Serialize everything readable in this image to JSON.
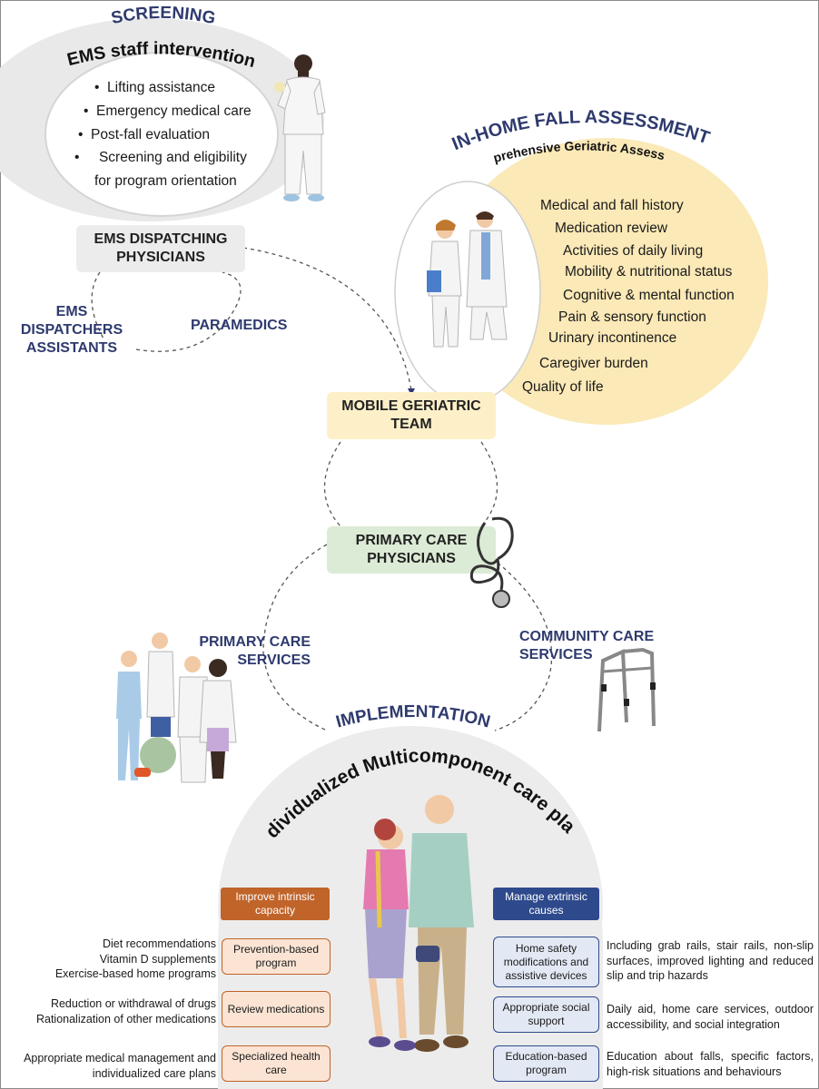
{
  "screening": {
    "title": "SCREENING",
    "heading": "EMS staff intervention",
    "bullets": [
      "Lifting assistance",
      "Emergency medical care",
      "Post-fall evaluation",
      "Screening and eligibility",
      "for program orientation"
    ],
    "dispatching": "EMS DISPATCHING PHYSICIANS",
    "assistants": "EMS DISPATCHERS ASSISTANTS",
    "paramedics": "PARAMEDICS"
  },
  "assessment": {
    "title": "IN-HOME FALL ASSESSMENT",
    "subtitle": "Comprehensive Geriatric Assessment",
    "items": [
      "Medical and fall history",
      "Medication review",
      "Activities of daily living",
      "Mobility & nutritional status",
      "Cognitive & mental function",
      "Pain & sensory function",
      "Urinary incontinence",
      "Caregiver burden",
      "Quality of life"
    ]
  },
  "mobile_team": "MOBILE GERIATRIC TEAM",
  "primary_care_physicians": "PRIMARY CARE PHYSICIANS",
  "primary_care_services": "PRIMARY CARE SERVICES",
  "community_care_services": "COMMUNITY CARE SERVICES",
  "implementation": {
    "title": "IMPLEMENTATION",
    "care_plan": "Individualized Multicomponent care plan",
    "intrinsic": {
      "header": "Improve intrinsic capacity",
      "color": "#c0642a",
      "rows": [
        {
          "box": "Prevention-based program",
          "text": "Diet recommendations\nVitamin D supplements\nExercise-based home programs"
        },
        {
          "box": "Review medications",
          "text": "Reduction or withdrawal of drugs\nRationalization of other medications"
        },
        {
          "box": "Specialized health care",
          "text": "Appropriate medical management and\nindividualized care plans"
        }
      ]
    },
    "extrinsic": {
      "header": "Manage extrinsic causes",
      "color": "#2e4a8c",
      "rows": [
        {
          "box": "Home safety modifications and assistive devices",
          "text": "Including grab rails, stair rails, non-slip surfaces, improved lighting and reduced slip and trip hazards"
        },
        {
          "box": "Appropriate social support",
          "text": "Daily aid, home care services, outdoor accessibility, and social integration"
        },
        {
          "box": "Education-based program",
          "text": "Education about falls, specific factors, high-risk situations and behaviours"
        }
      ]
    }
  },
  "colors": {
    "navy": "#2e3a6e",
    "yellow_box": "#fdf0c8",
    "yellow_ellipse": "#fbe9b7",
    "green_box": "#dcebd5",
    "grey_box": "#ececec",
    "orange_box": "#fbe4d4",
    "blue_box": "#e2e8f4"
  },
  "icons": [
    "ems-staff-figure",
    "doctors-figure",
    "stethoscope-icon",
    "walker-icon",
    "care-team-figure",
    "elderly-couple-figure"
  ]
}
